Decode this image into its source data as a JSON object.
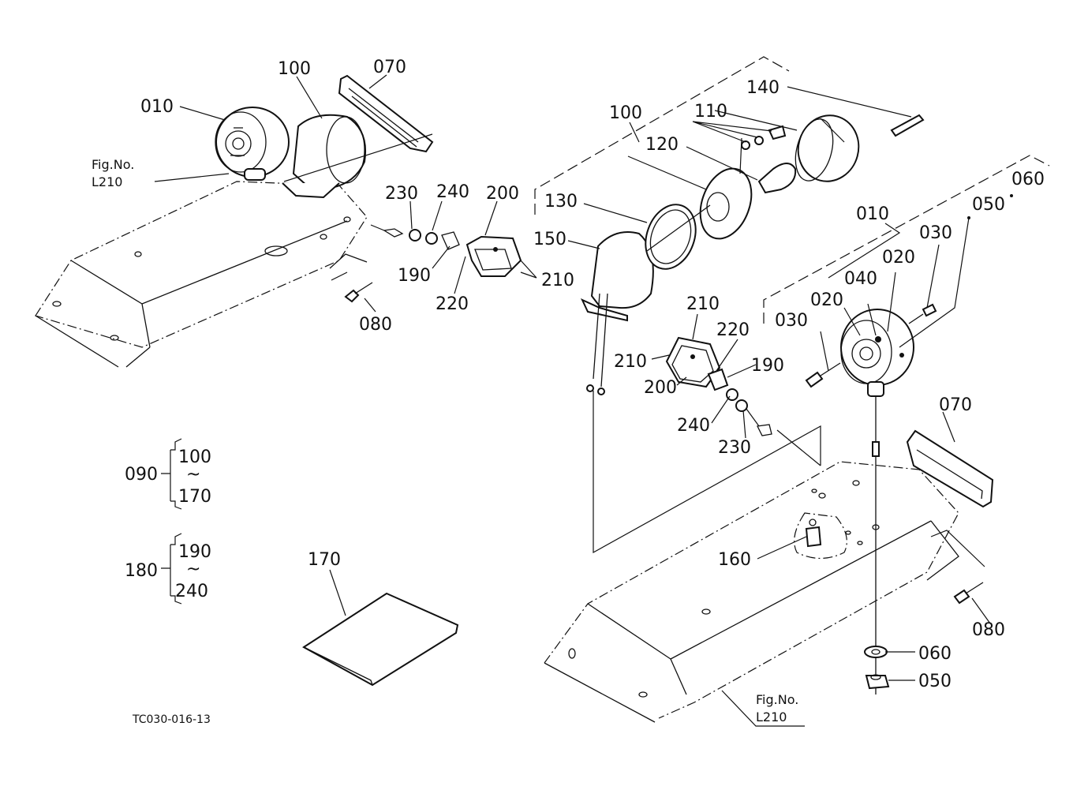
{
  "labels": {
    "010": "010",
    "020": "020",
    "030": "030",
    "040": "040",
    "050": "050",
    "060": "060",
    "070": "070",
    "080": "080",
    "090": "090",
    "100": "100",
    "110": "110",
    "120": "120",
    "130": "130",
    "140": "140",
    "150": "150",
    "160": "160",
    "170": "170",
    "180": "180",
    "190": "190",
    "200": "200",
    "210": "210",
    "220": "220",
    "230": "230",
    "240": "240"
  },
  "fig_ref": {
    "title": "Fig.No.",
    "number": "L210"
  },
  "groups": {
    "g090": {
      "id": "090",
      "from": "100",
      "to": "170",
      "tilde": "~"
    },
    "g180": {
      "id": "180",
      "from": "190",
      "to": "240",
      "tilde": "~"
    }
  },
  "drawing_code": "TC030-016-13"
}
